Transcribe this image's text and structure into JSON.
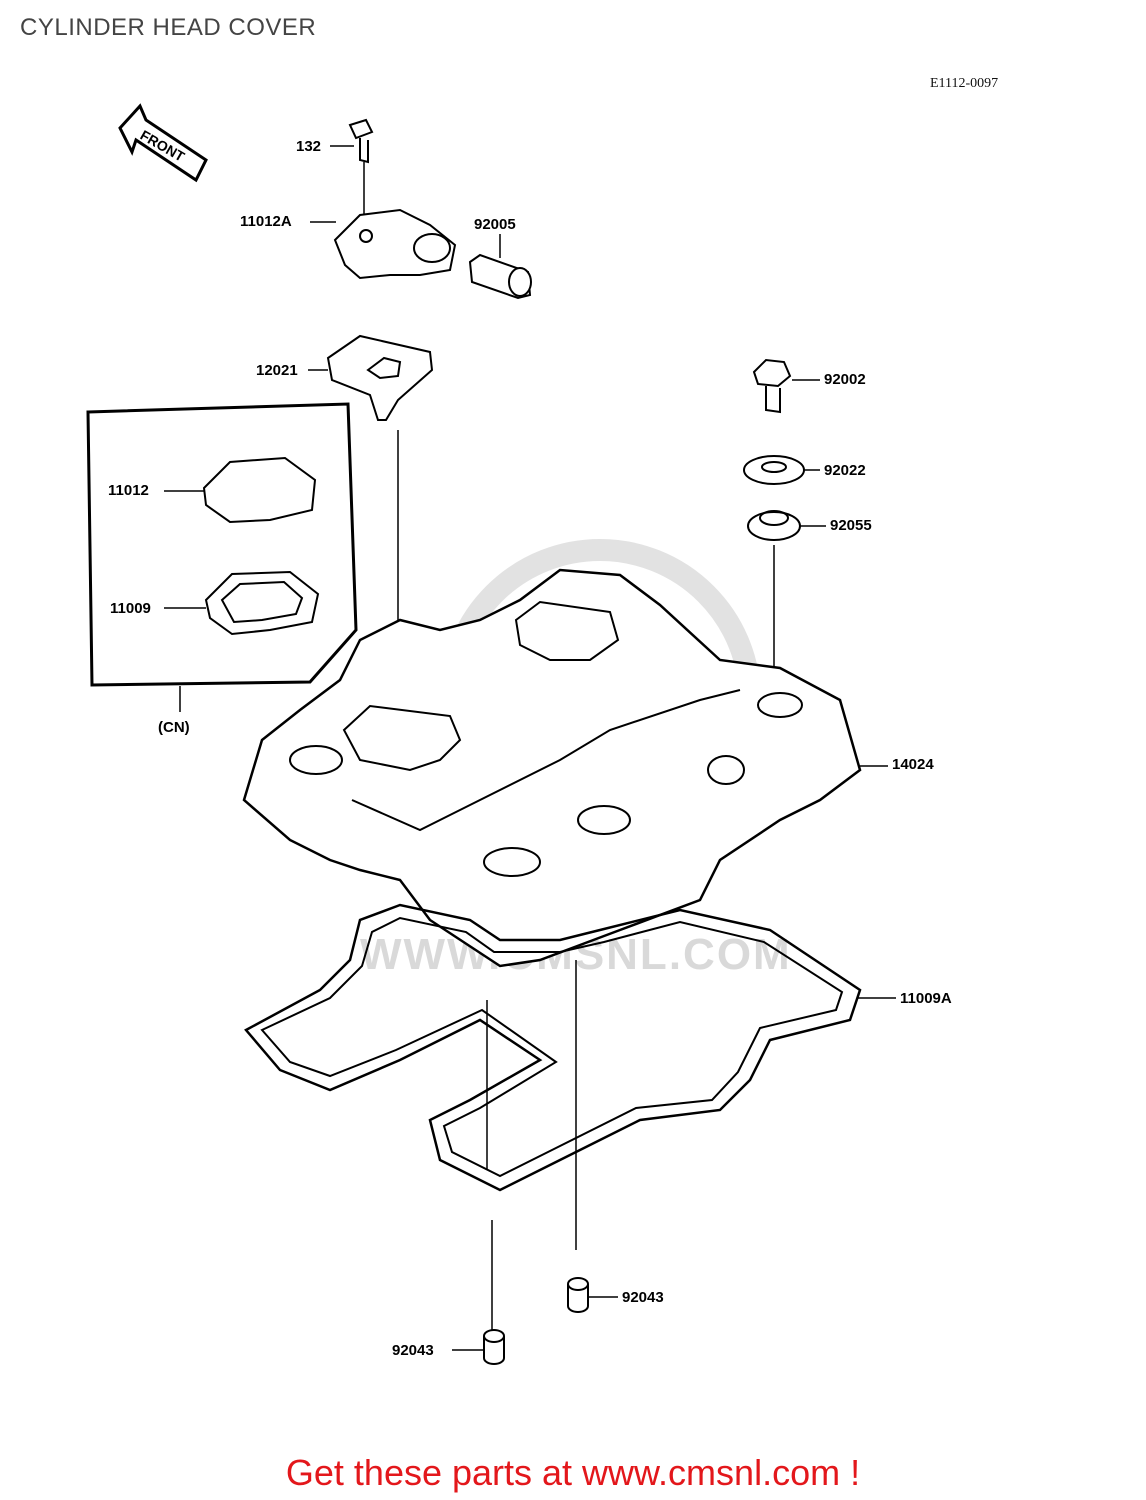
{
  "header": {
    "title": "CYLINDER HEAD COVER",
    "diagram_code": "E1112-0097"
  },
  "diagram": {
    "front_arrow": "FRONT",
    "labels": {
      "p132": "132",
      "p11012A": "11012A",
      "p92005": "92005",
      "p12021": "12021",
      "p92002": "92002",
      "p92022": "92022",
      "p92055": "92055",
      "p11012": "11012",
      "p11009": "11009",
      "cn": "(CN)",
      "p14024": "14024",
      "p11009A": "11009A",
      "p92043a": "92043",
      "p92043b": "92043"
    },
    "watermark": "WWW.CMSNL.COM"
  },
  "footer": {
    "cta": "Get these parts at www.cmsnl.com !"
  },
  "colors": {
    "footer": "#e3171b",
    "lines": "#000000",
    "watermark": "#d9d9d9"
  }
}
